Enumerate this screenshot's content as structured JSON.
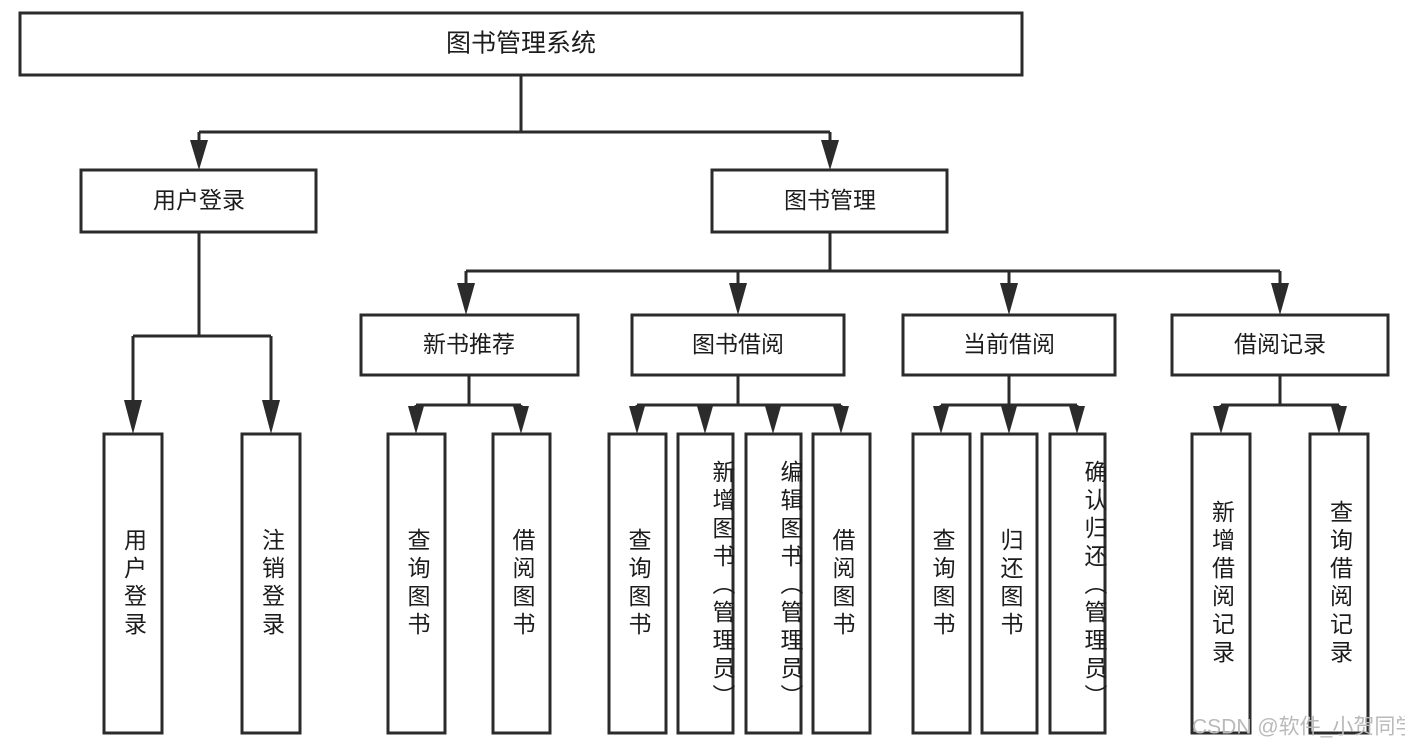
{
  "diagram": {
    "title": "图书管理系统",
    "type": "功能结构图",
    "background_color": "#ffffff",
    "box_stroke_color": "#2b2b2b",
    "box_fill_color": "#ffffff",
    "text_color": "#1c1c1c",
    "connector_color": "#2b2b2b"
  },
  "root": {
    "id": "root",
    "label": "图书管理系统"
  },
  "level1": [
    {
      "id": "user-login",
      "label": "用户登录"
    },
    {
      "id": "book-management",
      "label": "图书管理"
    }
  ],
  "level2": [
    {
      "id": "new-book-recommend",
      "label": "新书推荐",
      "parent": "book-management"
    },
    {
      "id": "book-borrow",
      "label": "图书借阅",
      "parent": "book-management"
    },
    {
      "id": "current-borrow",
      "label": "当前借阅",
      "parent": "book-management"
    },
    {
      "id": "borrow-record",
      "label": "借阅记录",
      "parent": "book-management"
    }
  ],
  "leaves": [
    {
      "id": "leaf-user-login",
      "label": "用户登录",
      "parent": "user-login"
    },
    {
      "id": "leaf-logout-login",
      "label": "注销登录",
      "parent": "user-login"
    },
    {
      "id": "leaf-query-book-1",
      "label": "查询图书",
      "parent": "new-book-recommend"
    },
    {
      "id": "leaf-borrow-book-1",
      "label": "借阅图书",
      "parent": "new-book-recommend"
    },
    {
      "id": "leaf-query-book-2",
      "label": "查询图书",
      "parent": "book-borrow"
    },
    {
      "id": "leaf-add-book",
      "label": "新增图书（管理员）",
      "parent": "book-borrow"
    },
    {
      "id": "leaf-edit-book",
      "label": "编辑图书（管理员）",
      "parent": "book-borrow"
    },
    {
      "id": "leaf-borrow-book-2",
      "label": "借阅图书",
      "parent": "book-borrow"
    },
    {
      "id": "leaf-query-book-3",
      "label": "查询图书",
      "parent": "current-borrow"
    },
    {
      "id": "leaf-return-book",
      "label": "归还图书",
      "parent": "current-borrow"
    },
    {
      "id": "leaf-confirm-return",
      "label": "确认归还（管理员）",
      "parent": "current-borrow"
    },
    {
      "id": "leaf-add-record",
      "label": "新增借阅记录",
      "parent": "borrow-record"
    },
    {
      "id": "leaf-query-record",
      "label": "查询借阅记录",
      "parent": "borrow-record"
    }
  ],
  "watermark": {
    "text": "CSDN @软件_小贺同学",
    "color": "#b9b9b9"
  }
}
